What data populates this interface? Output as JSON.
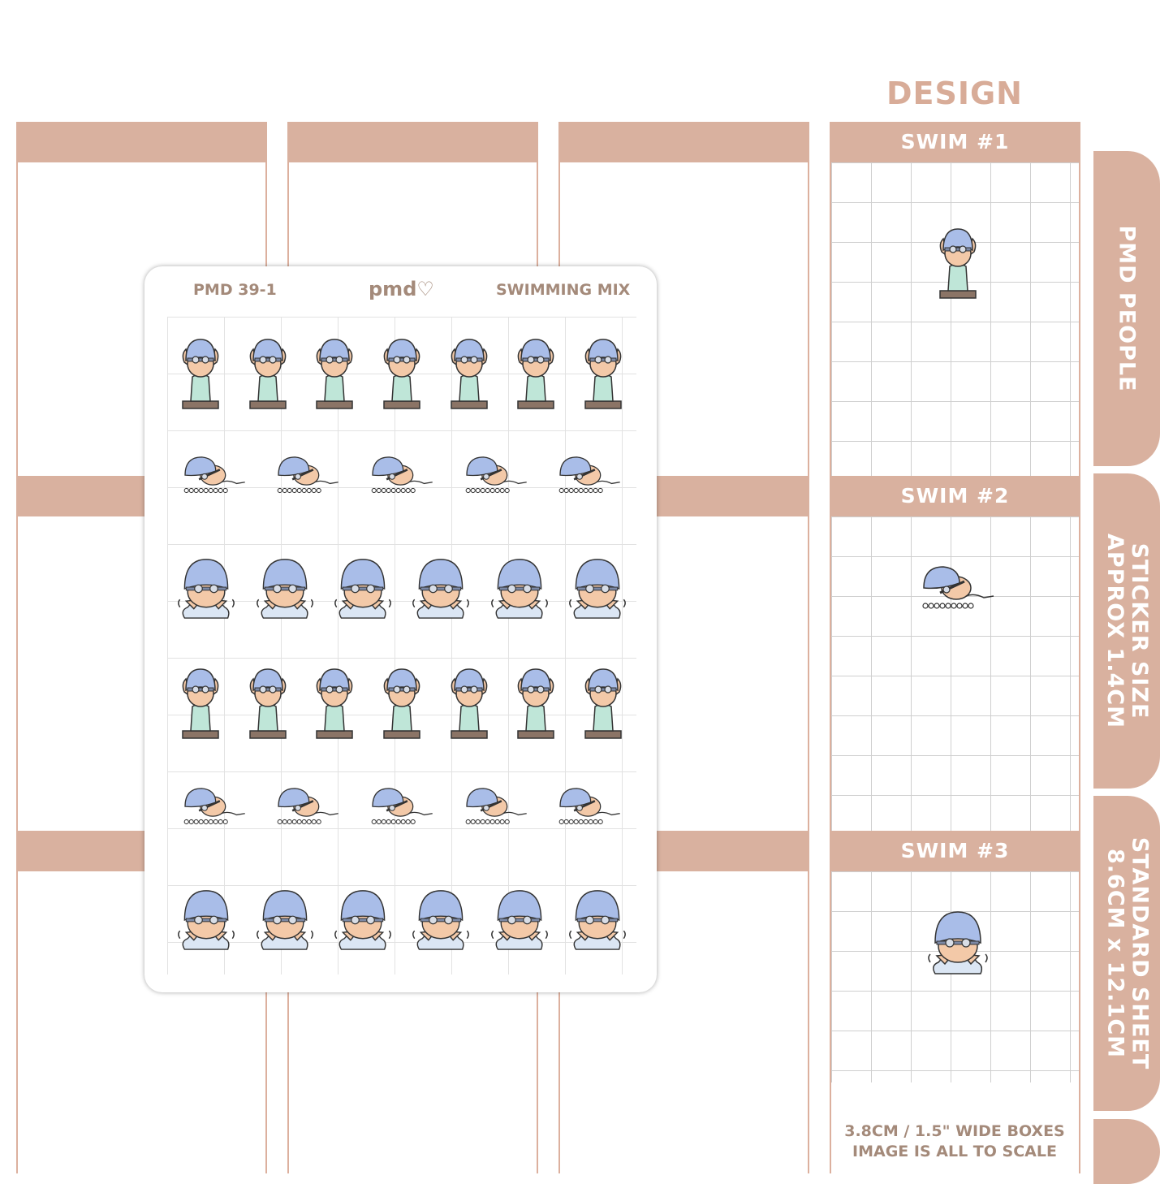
{
  "design": {
    "heading": "DESIGN",
    "swim_labels": [
      "SWIM #1",
      "SWIM #2",
      "SWIM #3"
    ],
    "footer_line1": "3.8CM / 1.5\" WIDE BOXES",
    "footer_line2": "IMAGE IS ALL TO SCALE"
  },
  "side_tabs": {
    "tab1": "PMD PEOPLE",
    "tab2_line1": "STICKER SIZE",
    "tab2_line2": "APPROX 1.4CM",
    "tab3_line1": "STANDARD SHEET",
    "tab3_line2": "8.6CM x 12.1CM"
  },
  "sticker_sheet": {
    "code": "PMD 39-1",
    "brand": "pmd♡",
    "title": "SWIMMING MIX",
    "rows": [
      {
        "pose": "standing",
        "count": 7
      },
      {
        "pose": "swimming",
        "count": 5
      },
      {
        "pose": "splash",
        "count": 6
      },
      {
        "pose": "standing",
        "count": 7
      },
      {
        "pose": "swimming",
        "count": 5
      },
      {
        "pose": "splash",
        "count": 6
      }
    ]
  },
  "colors": {
    "accent": "#d9b19f",
    "cap": "#a9bde8",
    "swimsuit": "#bfe6d8",
    "skin": "#f3c9a8",
    "block": "#8b7466",
    "water": "#dbe6f4"
  }
}
